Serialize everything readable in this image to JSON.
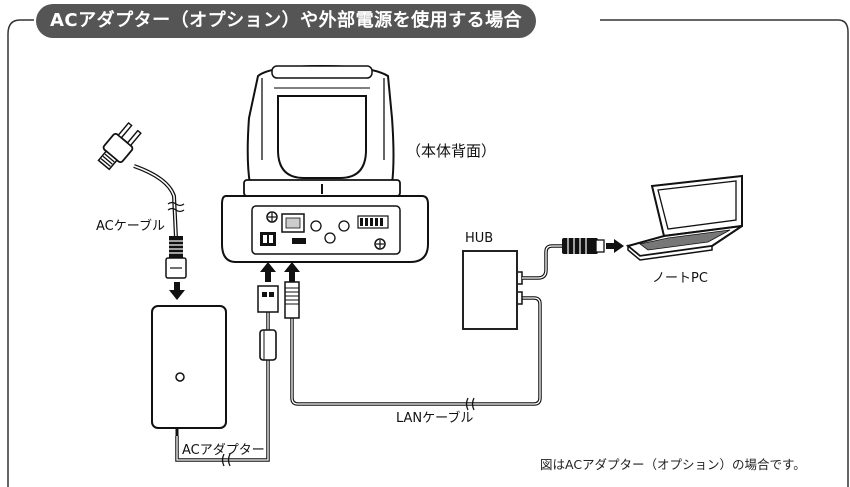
{
  "title": "ACアダプター（オプション）や外部電源を使用する場合",
  "labels": {
    "camera_rear": "（本体背面）",
    "ac_cable": "ACケーブル",
    "ac_adapter": "ACアダプター",
    "hub": "HUB",
    "lan_cable": "LANケーブル",
    "notebook_pc": "ノートPC"
  },
  "note": "図はACアダプター（オプション）の場合です。",
  "icons": [
    "plug-icon",
    "camera-icon",
    "ac-adapter-icon",
    "hub-icon",
    "laptop-icon",
    "arrow-icon"
  ]
}
